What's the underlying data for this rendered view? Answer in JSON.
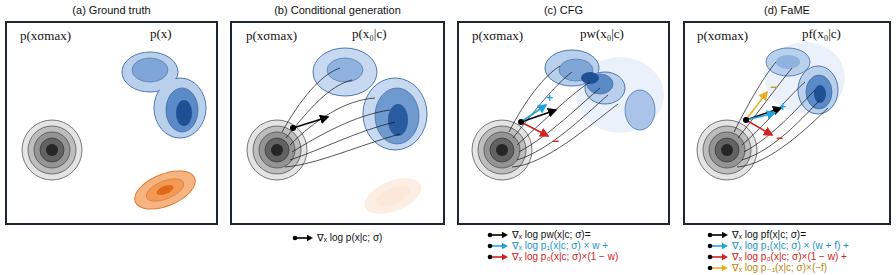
{
  "diagram": {
    "nodes": [
      {
        "text": [
          "(a) Ground truth"
        ]
      },
      {
        "text": [
          "(b) Conditional generation"
        ]
      },
      {
        "text": [
          "(c) CFG"
        ]
      },
      {
        "text": [
          "(d) FaME"
        ]
      }
    ],
    "labels": [
      "p(xσmax)",
      "p(x)",
      "p(xσmax)",
      "p(x₀|c)",
      "p(xσmax)",
      "pw(x₀|c)",
      "+",
      "−",
      "p(xσmax)",
      "pf(x₀|c)",
      "−",
      "+",
      "−"
    ],
    "legend": [
      {
        "text": "∇ₓ log p(x|c; σ)"
      },
      {
        "text": "∇ₓ log pw(x|c; σ)="
      },
      {
        "text": "∇ₓ log p₁(x|c; σ) × w +"
      },
      {
        "text": "∇ₓ log p₀(x|c; σ)×(1 − w)"
      },
      {
        "text": "∇ₓ log pf(x|c; σ)="
      },
      {
        "text": "∇ₓ log p₁(x|c; σ) × (w + f) +"
      },
      {
        "text": "∇ₓ log p₀(x|c; σ)×(1 − w) +"
      },
      {
        "text": "∇ₓ log p₋₁(x|c; σ)×(−f)"
      }
    ]
  }
}
